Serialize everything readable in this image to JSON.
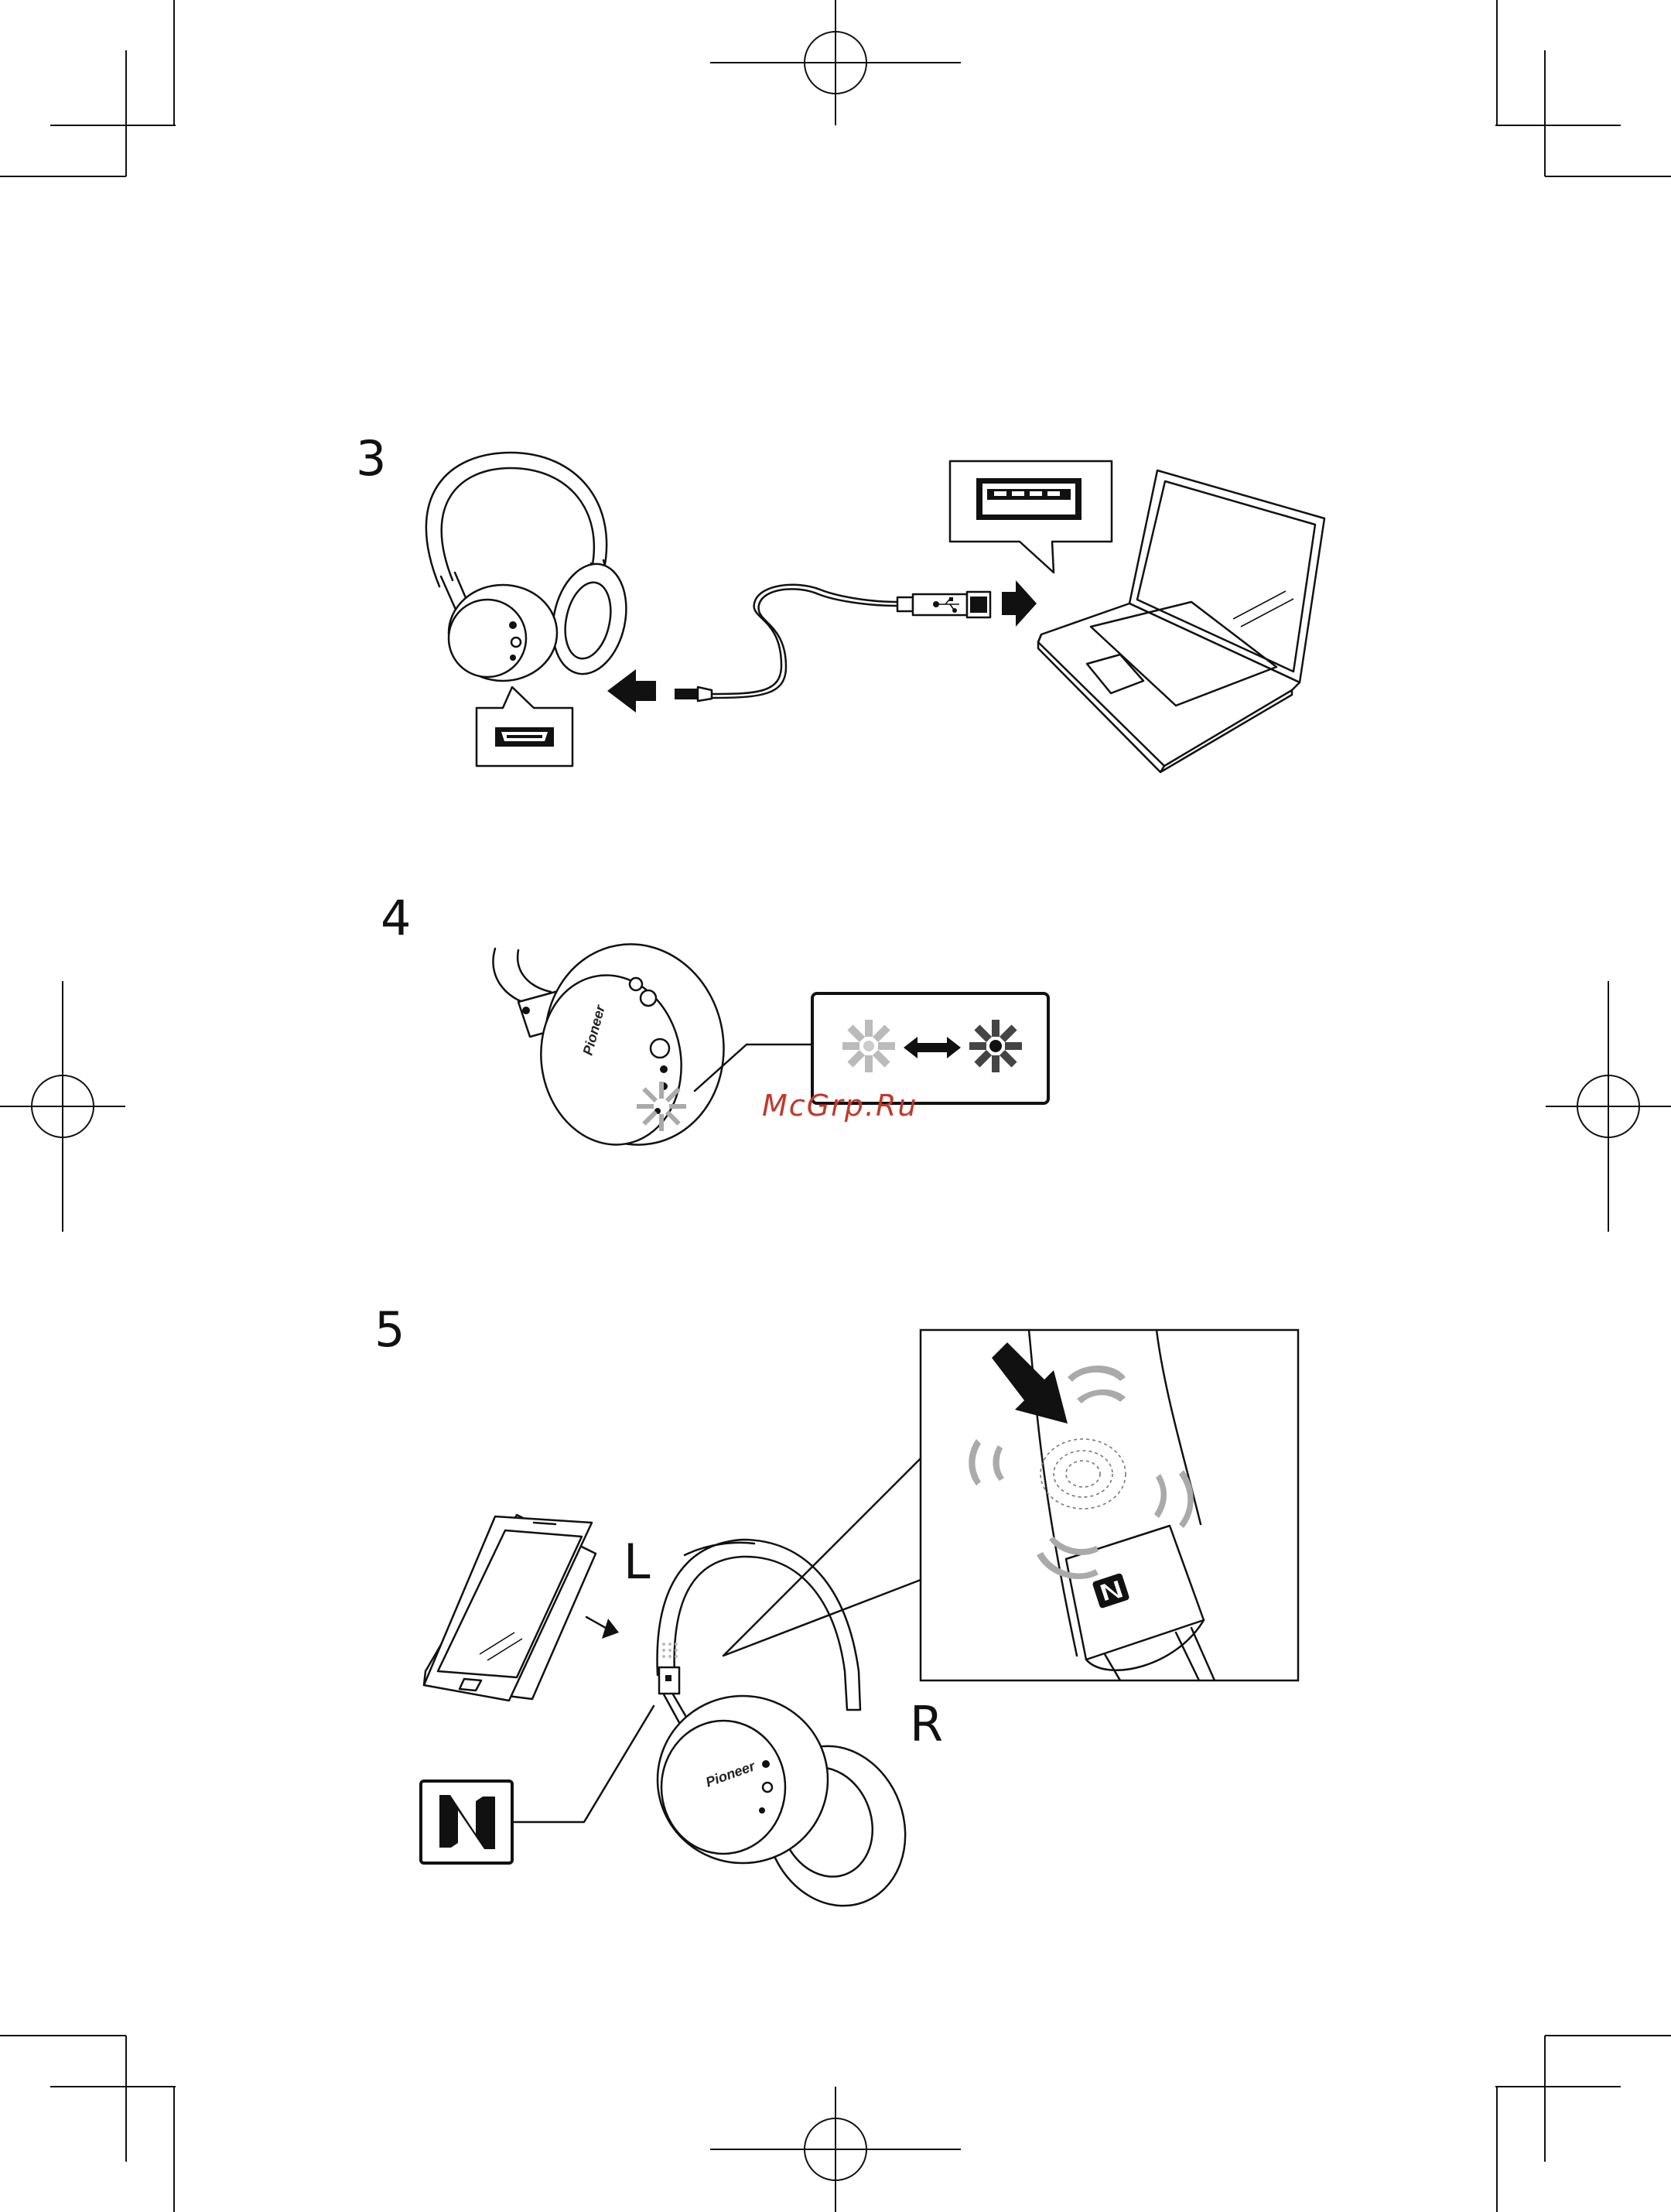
{
  "steps": [
    {
      "number": "3"
    },
    {
      "number": "4"
    },
    {
      "number": "5"
    }
  ],
  "labels": {
    "left": "L",
    "right": "R",
    "brand_step4": "Pioneer",
    "brand_step5": "Pioneer"
  },
  "watermark": {
    "text": "McGrp.Ru",
    "color": "#c0392b"
  },
  "icons": [
    "micro-usb-port-icon",
    "usb-port-icon",
    "usb-symbol-icon",
    "nfc-icon",
    "indicator-light-icon",
    "double-arrow-icon"
  ]
}
